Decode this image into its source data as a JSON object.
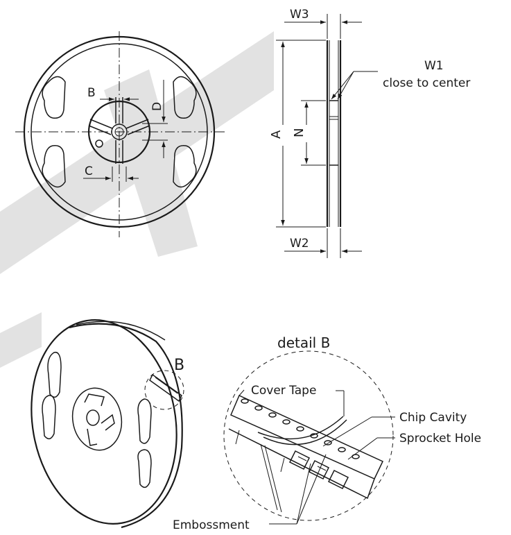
{
  "colors": {
    "watermark": "#e2e2e2",
    "line": "#1a1a1a",
    "background": "#ffffff"
  },
  "front_view": {
    "dim_B": "B",
    "dim_C": "C",
    "dim_D": "D"
  },
  "side_view": {
    "dim_W3": "W3",
    "dim_W1": "W1",
    "w1_note": "close to center",
    "dim_A": "A",
    "dim_N": "N",
    "dim_W2": "W2"
  },
  "iso_view": {
    "detail_marker": "B"
  },
  "detail": {
    "title": "detail B",
    "cover_tape": "Cover Tape",
    "chip_cavity": "Chip Cavity",
    "sprocket_hole": "Sprocket Hole",
    "embossment": "Embossment"
  }
}
